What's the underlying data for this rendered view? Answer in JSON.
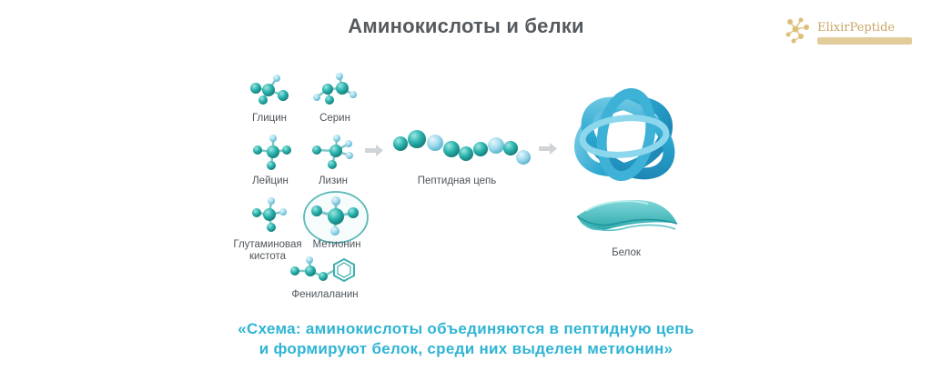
{
  "title": "Аминокислоты и белки",
  "logo": {
    "brand": "ElixirPeptide"
  },
  "amino_acids": [
    {
      "label": "Глицин"
    },
    {
      "label": "Серин"
    },
    {
      "label": "Лейцин"
    },
    {
      "label": "Лизин"
    },
    {
      "label": "Глутаминовая кистота"
    },
    {
      "label": "Метионин"
    },
    {
      "label": "Фенилаланин"
    }
  ],
  "peptide_label": "Пептидная цепь",
  "protein_label": "Белок",
  "caption": {
    "line1": "«Схема: аминокислоты объединяются в пептидную цепь",
    "line2": "и формируют белок, среди них выделен метионин»"
  },
  "colors": {
    "teal": "#29b3b0",
    "teal_dark": "#1c8f8c",
    "light_blue": "#8fd3e8",
    "accent": "#2fb4d4",
    "highlight": "#59b8b8"
  }
}
